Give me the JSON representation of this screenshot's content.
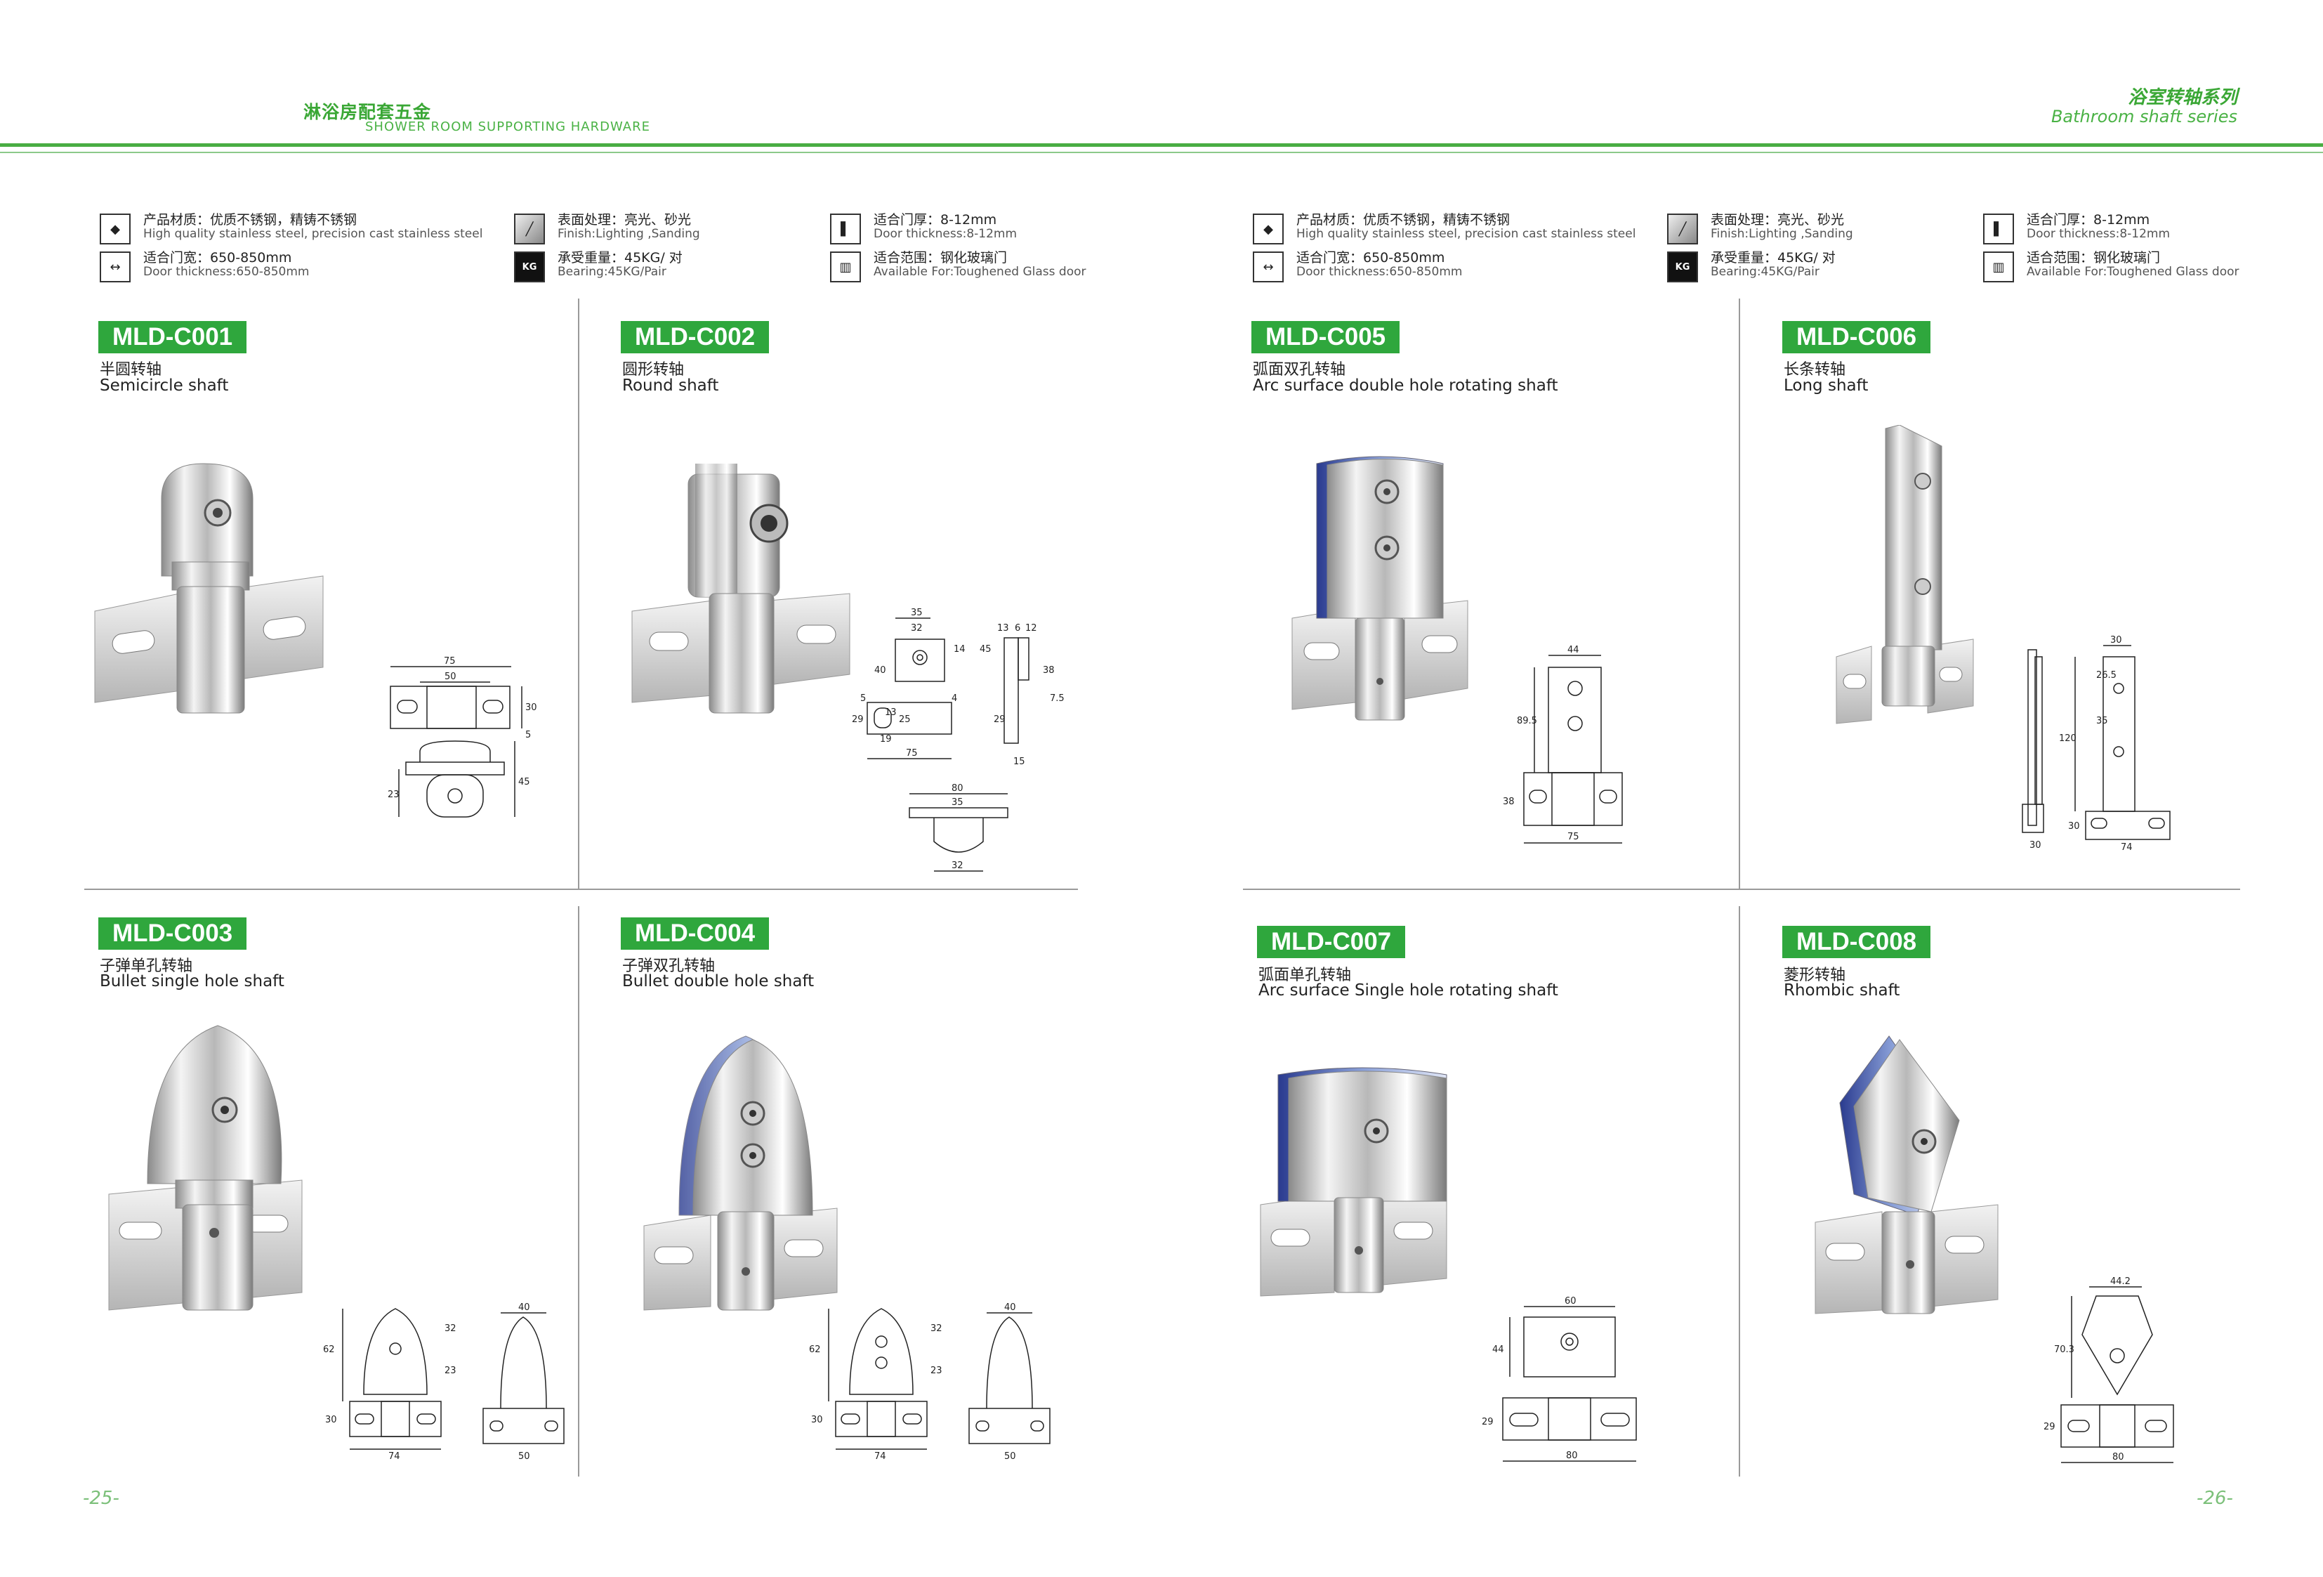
{
  "header": {
    "left_cn": "淋浴房配套五金",
    "left_en": "SHOWER ROOM SUPPORTING HARDWARE",
    "right_cn": "浴室转轴系列",
    "right_en": "Bathroom shaft series"
  },
  "specs": {
    "material_cn": "产品材质：优质不锈钢，精铸不锈钢",
    "material_en": "High quality stainless steel, precision cast stainless steel",
    "width_cn": "适合门宽：650-850mm",
    "width_en": "Door thickness:650-850mm",
    "surface_cn": "表面处理：亮光、砂光",
    "surface_en": "Finish:Lighting ,Sanding",
    "bearing_cn": "承受重量：45KG/ 对",
    "bearing_en": "Bearing:45KG/Pair",
    "bearing_icon": "KG",
    "thick_cn": "适合门厚：8-12mm",
    "thick_en": "Door thickness:8-12mm",
    "range_cn": "适合范围：钢化玻璃门",
    "range_en": "Available For:Toughened Glass door"
  },
  "products": [
    {
      "code": "MLD-C001",
      "cn": "半圆转轴",
      "en": "Semicircle shaft"
    },
    {
      "code": "MLD-C002",
      "cn": "圆形转轴",
      "en": "Round shaft"
    },
    {
      "code": "MLD-C005",
      "cn": "弧面双孔转轴",
      "en": "Arc surface double hole rotating shaft"
    },
    {
      "code": "MLD-C006",
      "cn": "长条转轴",
      "en": "Long shaft"
    },
    {
      "code": "MLD-C003",
      "cn": "子弹单孔转轴",
      "en": "Bullet single hole shaft"
    },
    {
      "code": "MLD-C004",
      "cn": "子弹双孔转轴",
      "en": "Bullet double hole shaft"
    },
    {
      "code": "MLD-C007",
      "cn": "弧面单孔转轴",
      "en": "Arc surface Single hole rotating shaft"
    },
    {
      "code": "MLD-C008",
      "cn": "菱形转轴",
      "en": "Rhombic shaft"
    }
  ],
  "dims": {
    "c001": {
      "w": "75",
      "in": "50",
      "h": "30",
      "gap": "5",
      "r": "23",
      "tot": "45"
    },
    "c002": {
      "a": "35",
      "b": "32",
      "c": "14",
      "d": "40",
      "e": "45",
      "f": "13",
      "g": "6",
      "h": "12",
      "i": "38",
      "j": "7.5",
      "k": "5",
      "l": "4",
      "m": "29",
      "n": "25",
      "o": "13",
      "p": "19",
      "q": "75",
      "r": "80",
      "s": "35",
      "t": "32",
      "u": "15"
    },
    "c005": {
      "w": "44",
      "h": "89.5",
      "b": "38",
      "bw": "75"
    },
    "c006": {
      "a": "30",
      "b": "26.5",
      "c": "35",
      "d": "120",
      "e": "30",
      "f": "74",
      "g": "30"
    },
    "c003": {
      "h": "62",
      "a": "32",
      "b": "23",
      "c": "30",
      "w": "74",
      "tw": "40",
      "bw": "50"
    },
    "c004": {
      "h": "62",
      "a": "32",
      "b": "23",
      "c": "30",
      "w": "74",
      "tw": "40",
      "bw": "50"
    },
    "c007": {
      "w": "60",
      "h": "44",
      "b": "29",
      "bw": "80"
    },
    "c008": {
      "w": "44.2",
      "h": "70.3",
      "b": "29",
      "bw": "80"
    }
  },
  "pages": {
    "left": "-25-",
    "right": "-26-"
  }
}
